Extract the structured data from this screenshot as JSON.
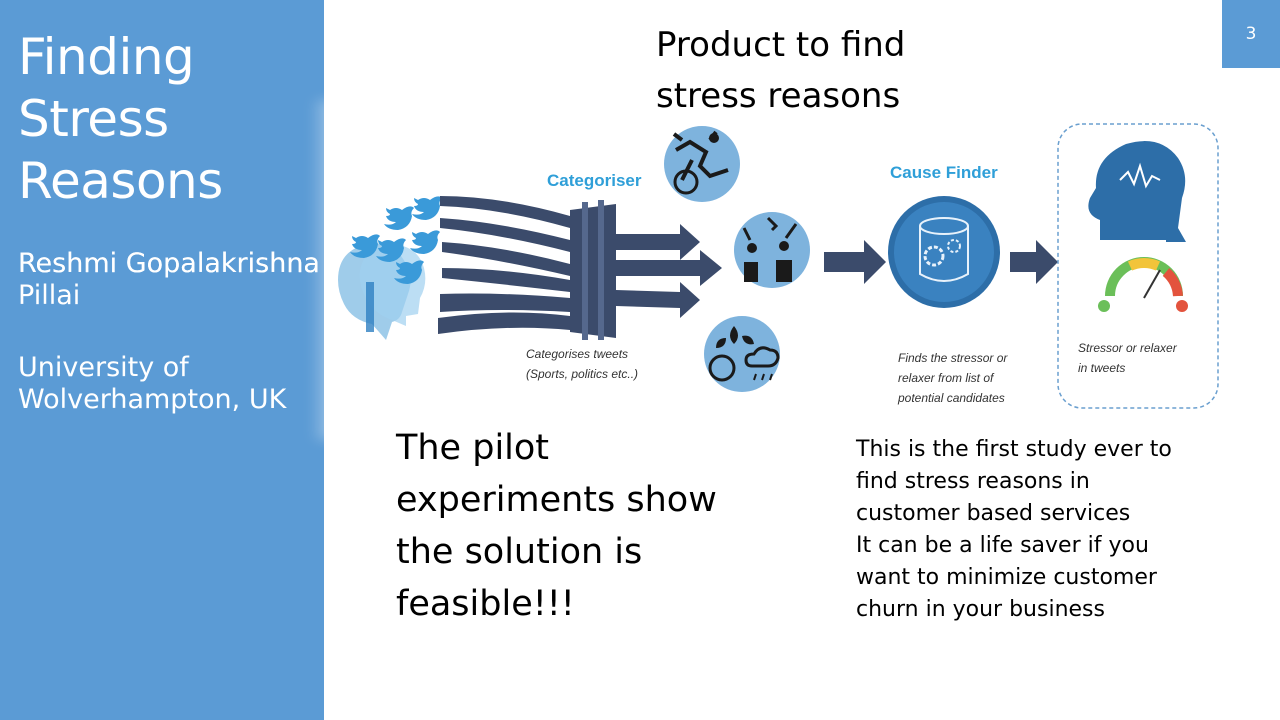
{
  "sidebar": {
    "title_lines": [
      "Finding",
      "Stress",
      "Reasons"
    ],
    "author_lines": [
      "Reshmi Gopalakrishna",
      "Pillai"
    ],
    "affiliation_lines": [
      "University of",
      "Wolverhampton, UK"
    ],
    "color": "#5b9bd5"
  },
  "slide_number": "3",
  "heading_lines": [
    "Product to find",
    "stress reasons"
  ],
  "diagram": {
    "categoriser_label": "Categoriser",
    "categoriser_caption": [
      "Categorises tweets",
      "(Sports, politics etc..)"
    ],
    "cause_finder_label": "Cause Finder",
    "cause_finder_caption": [
      "Finds the stressor or",
      "relaxer from list of",
      "potential candidates"
    ],
    "result_caption": [
      "Stressor or relaxer",
      "in tweets"
    ],
    "colors": {
      "label_blue": "#2f9fd8",
      "arrow_navy": "#3b4b6b",
      "circle_blue": "#7eb3dd",
      "twitter_blue": "#3a9ad9"
    },
    "icons": [
      "twitter-birds-icon",
      "speech-heads-icon",
      "sports-icon",
      "politics-icon",
      "weather-icon",
      "database-gear-icon",
      "brain-head-icon",
      "stress-gauge-icon"
    ]
  },
  "pilot_lines": [
    "The pilot",
    "experiments show",
    "the solution is",
    "feasible!!!"
  ],
  "note_lines": [
    "This is the first study ever to",
    "find stress reasons in",
    "customer based services",
    "It can be a life saver if you",
    "want to minimize customer",
    "churn in your business"
  ]
}
